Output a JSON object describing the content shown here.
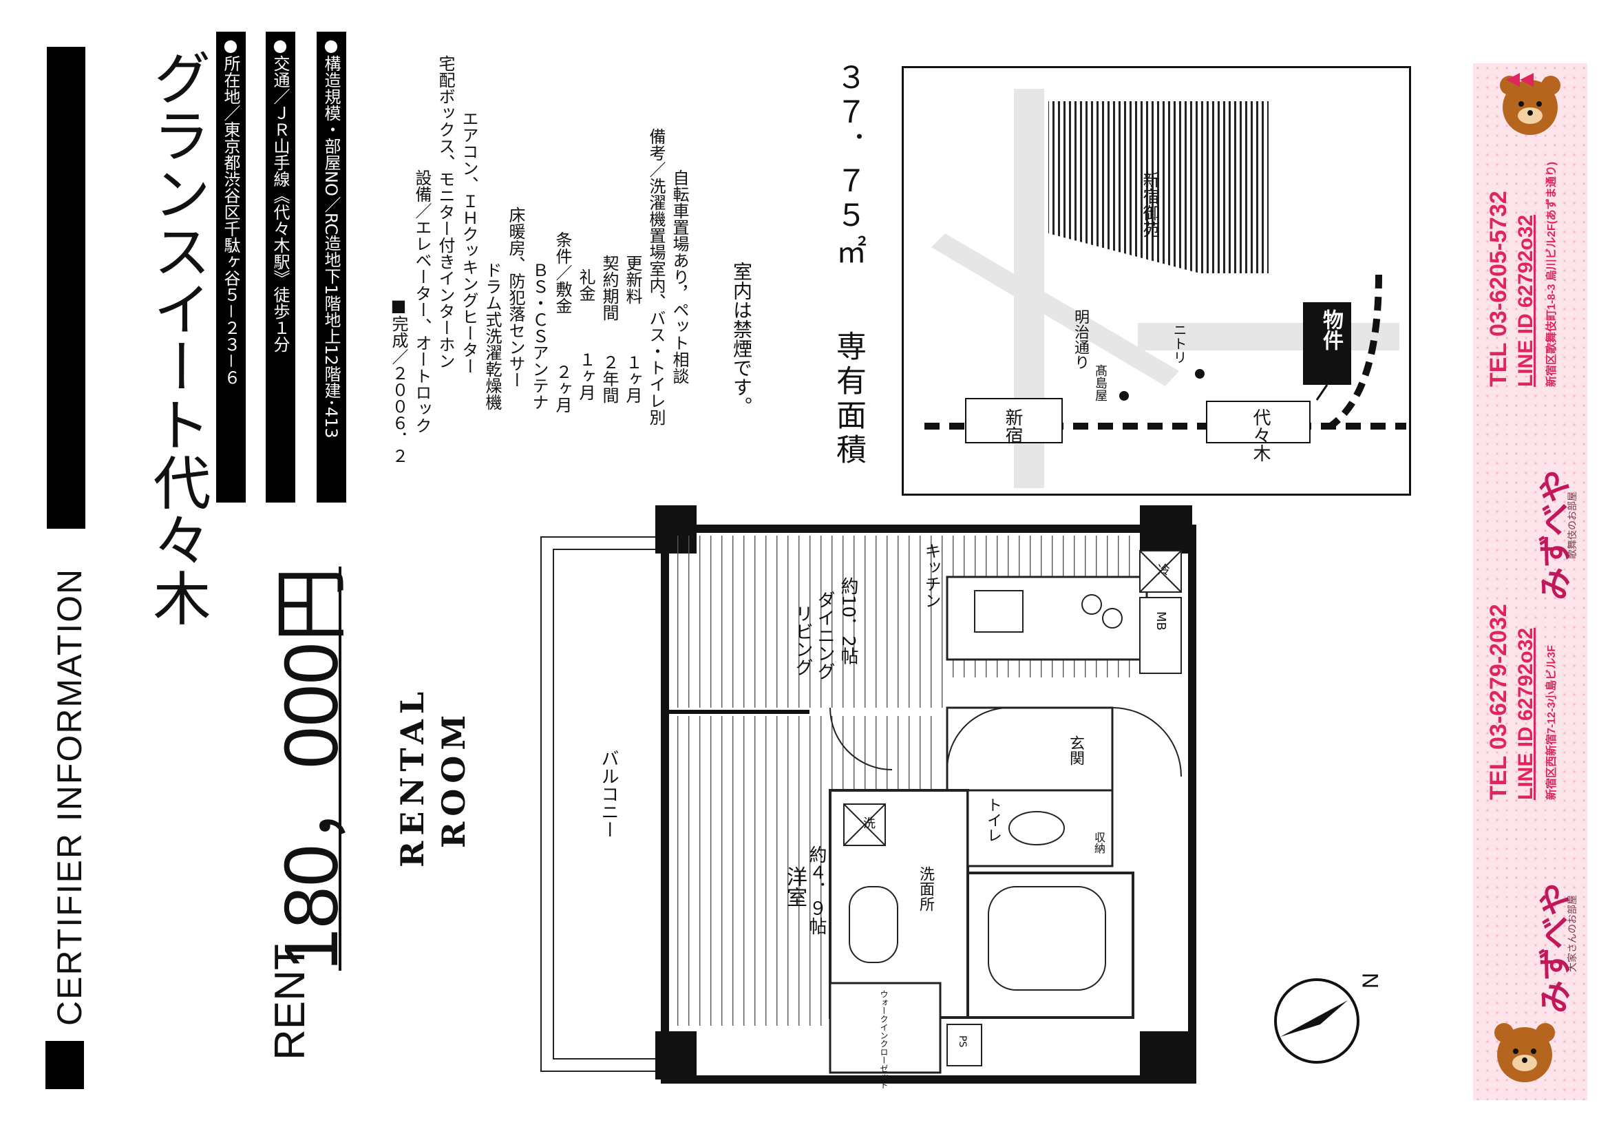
{
  "header": {
    "certifier": "CERTIFIER INFORMATION",
    "rent_label": "RENT",
    "rent_value": "180，000円",
    "rental_line1": "RENTAL",
    "rental_line2": "ROOM"
  },
  "property": {
    "name": "グランスイート代々木",
    "address": "●所在地／東京都渋谷区千駄ヶ谷５－２３－６",
    "transport": "●交通／ＪＲ山手線《代々木駅》徒歩１分",
    "structure": "●構造規模・部屋NO／RC造地下1階地上12階建･413"
  },
  "specs": {
    "completed": "■完成／２００６．２",
    "equipment_1": "設備／エレベーター、オートロック",
    "equipment_2": "宅配ボックス、モニター付きインターホン",
    "equipment_3": "エアコン、ＩＨクッキングヒーター",
    "equipment_4": "ドラム式洗濯乾燥機",
    "equipment_5": "床暖房、防犯落センサー",
    "equipment_6": "ＢＳ・ＣＳアンテナ",
    "cond_deposit": "条件／敷金　　　２ヶ月",
    "cond_key": "礼金　　　１ヶ月",
    "cond_term": "契約期間　　２年間",
    "cond_renew": "更新料　　　１ヶ月",
    "remarks_1": "備考／洗濯機置場室内、バス・トイレ別",
    "remarks_2": "自転車置場あり，ペット相談",
    "no_smoking": "室内は禁煙です。",
    "area_label": "専有面積",
    "area_value": "３７．７５㎡"
  },
  "floorplan": {
    "balcony": "バルコニー",
    "living": "リビング",
    "dining": "ダイニング",
    "living_size": "約10．2帖",
    "kitchen": "キッチン",
    "western": "洋室",
    "western_size": "約４．９帖",
    "washroom": "洗面所",
    "toilet": "トイレ",
    "entrance": "玄関",
    "storage": "収納",
    "closet": "ウォークインクローゼット",
    "mb": "MB",
    "ps": "PS",
    "wash": "洗",
    "fridge": "冷",
    "north": "N"
  },
  "map": {
    "park": "新宿御苑",
    "meiji": "明治通り",
    "shinjuku": "新宿",
    "yoyogi": "代々木",
    "takashimaya": "髙島屋",
    "nitori": "ニトリ",
    "property": "物件"
  },
  "ad": {
    "brand": "みずべや",
    "tel_1": "TEL 03-6279-2032",
    "line_1": "LINE ID 62792o32",
    "addr_1": "新宿区西新宿7-12-3小島ビル3F",
    "sub_1": "大家さんのお部屋",
    "tel_2": "TEL 03-6205-5732",
    "line_2": "LINE ID 62792o32",
    "addr_2": "新宿区歌舞伎町1-8-3 烏川ビル2F(あずま通り)",
    "sub_2": "歌舞伎のお部屋"
  },
  "colors": {
    "ad_pink": "#e0245e",
    "ad_bg": "#fde3ea"
  }
}
